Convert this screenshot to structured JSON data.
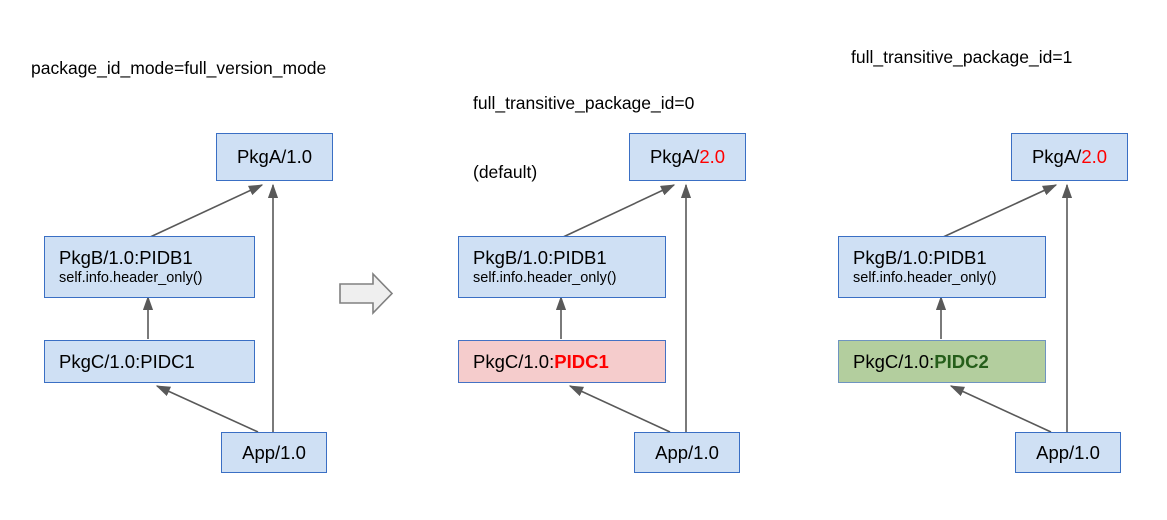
{
  "diagram": {
    "title_col1": "package_id_mode=full_version_mode",
    "title_col2_line1": "full_transitive_package_id=0",
    "title_col2_line2": "(default)",
    "title_col3": "full_transitive_package_id=1",
    "colors": {
      "box_fill_blue": "#cfe0f4",
      "box_border_blue": "#3a6fc4",
      "box_fill_pink": "#f5cccc",
      "box_fill_green": "#b3ce9e",
      "accent_red": "#ff0000",
      "accent_green": "#255e1a",
      "arrow_stroke": "#595959",
      "transition_arrow_fill": "#efefef",
      "transition_arrow_stroke": "#808080"
    },
    "columns": [
      {
        "id": "col1",
        "nodes": {
          "pkga": {
            "text": "PkgA/1.0"
          },
          "pkgb": {
            "line1": "PkgB/1.0:PIDB1",
            "line2": "self.info.header_only()"
          },
          "pkgc": {
            "prefix": "PkgC/1.0:",
            "id": "PIDC1"
          },
          "app": {
            "text": "App/1.0"
          }
        }
      },
      {
        "id": "col2",
        "nodes": {
          "pkga": {
            "prefix": "PkgA/",
            "version": "2.0"
          },
          "pkgb": {
            "line1": "PkgB/1.0:PIDB1",
            "line2": "self.info.header_only()"
          },
          "pkgc": {
            "prefix": "PkgC/1.0:",
            "id": "PIDC1"
          },
          "app": {
            "text": "App/1.0"
          }
        }
      },
      {
        "id": "col3",
        "nodes": {
          "pkga": {
            "prefix": "PkgA/",
            "version": "2.0"
          },
          "pkgb": {
            "line1": "PkgB/1.0:PIDB1",
            "line2": "self.info.header_only()"
          },
          "pkgc": {
            "prefix": "PkgC/1.0:",
            "id": "PIDC2"
          },
          "app": {
            "text": "App/1.0"
          }
        }
      }
    ]
  }
}
